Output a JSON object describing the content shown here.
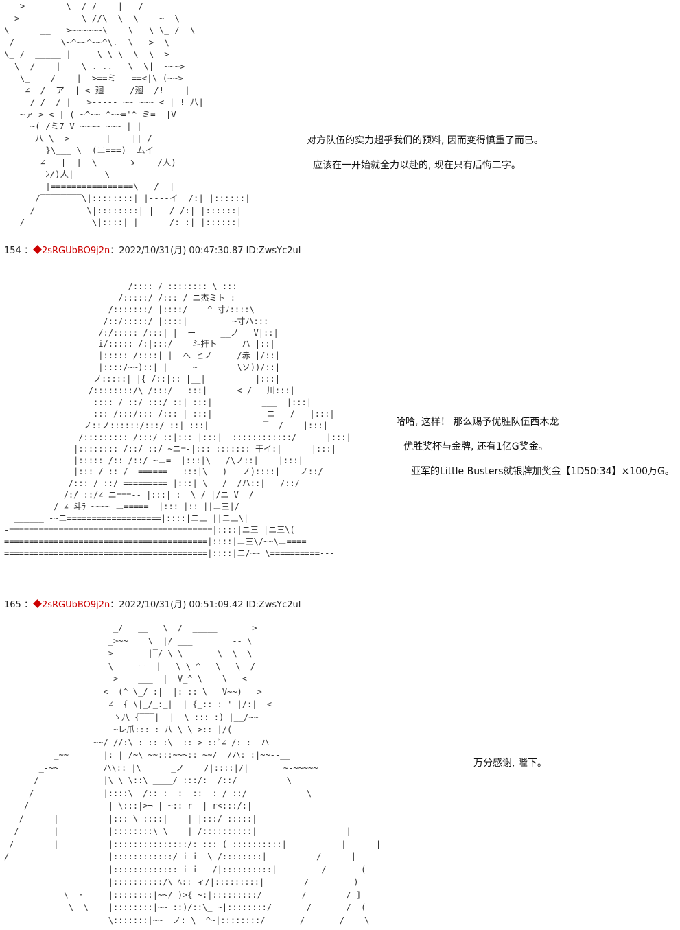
{
  "posts": [
    {
      "art_lines": [
        "   >        \\  / /    |   /",
        " _>     ___    \\_//\\  \\  \\__  ~_ \\_",
        "\\      __   >~~~~~~\\    \\   \\ \\_ /  \\",
        " /  _    __\\~^~~^~~^\\.  \\   >  \\",
        "\\_ /  _____ |     \\ \\ \\  \\  \\  >",
        "  \\_ / ___|    \\ . ..   \\  \\|  ~~~>",
        "   \\_    /    |  >==ミ   ==<|\\ (~~>",
        "    ∠  /  ア  | < 廻     /廻  /!    |",
        "     / /  / |   >----- ~~ ~~~ < | ! 八|",
        "   ~ァ_>-< |_(_~^~~ ^~~='^ ミ=- |V",
        "     ~( /ミ7 V ~~~~ ~~~ | |",
        "      八 \\_ >       |    || /",
        "        }\\___ \\  (ニ===)  ムイ",
        "       ∠   |  |  \\      ゝ--- /人)",
        "        ﾝ/)人|      \\",
        "        |================\\   /  |  ____",
        "      /‾‾‾‾‾‾‾‾\\|::::::::| |----イ  /:| |::::::|",
        "     /          \\|::::::::| |   / /:| |::::::|",
        "   /             \\|::::| |      /: :| |::::::|"
      ],
      "dialog": [
        "对方队伍的实力超乎我们的预料, 因而变得慎重了而已。",
        "应该在一开始就全力以赴的, 现在只有后悔二字。"
      ]
    },
    {
      "header": {
        "number": "154",
        "separator": "：",
        "trip": "2sRGUbBO9j2n",
        "date": "：2022/10/31(月) 00:47:30.87 ID:ZwsYc2ul"
      },
      "art_lines": [
        "                            ______",
        "                         /:::: / :::::::: \\ :::",
        "                       /:::::/ /::: / ニ杰ミト :",
        "                     /:::::::/ |::::/    ^ 寸ﾉ::::\\",
        "                    /::/:::::/ |::::|         ~寸ハ:::",
        "                   /:/::::: /:::| |  ー     __ノ   V|::|",
        "                   i/::::: /:|:::/ |  斗扞ト     ハ |::|",
        "                   |::::: /::::| | |へ_ヒノ     /赤 |/::|",
        "                   |::::/~~)::| |  |  ~        \\ソ))/::|",
        "                  ノ:::::| |{ /::|:: |__|          |:::|",
        "                 /::::::::/\\_/:::/ | :::|      <_/   川:::|",
        "                 |:::: / ::/ :::/ ::| :::|          ___  |:::|",
        "                 |::: /:::/::: /::: | :::|           ニ   /   |:::|",
        "                ノ::ノ::::::/:::/ ::| :::|           ‾  /    |:::|",
        "               /::::::::: /:::/ ::|::: |:::|  ::::::::::::/      |:::|",
        "              |:::::::: /::/ ::/ ~ニ=-|::: ::::::: 干イ:|      |:::|",
        "              |::::: /:: /::/ ~ニ=- |:::|\\___/\\ノ::|    |:::|",
        "              |::: / :: /  ======  |:::|\\   )   ノ)::::|    ノ::/",
        "             /::: / ::/ ========= |:::| \\   /  /ハ::|   /::/",
        "            /:/ ::/∠ ニ===-- |:::| :  \\ / |/ニ V  /",
        "          / ∠ 斗ﾗ ~~~~ ニ=====--|::: |:: ||ニ三|/",
        "  ______ -~ニ===================|::::|ニ三 ||ニ三\\|",
        "-=========================================|::::|ニ三 |ニ三\\(",
        "=========================================|::::|ニ三\\/~~\\ニ====--   --",
        "=========================================|::::|ニ/~~ \\==========---"
      ],
      "dialog": [
        "哈哈, 这样！ 那么赐予优胜队伍西木龙",
        "优胜奖杯与金牌, 还有1亿G奖金。",
        "亚军的Little Busters就银牌加奖金【1D50:34】×100万G。"
      ]
    },
    {
      "header": {
        "number": "165",
        "separator": "：",
        "trip": "2sRGUbBO9j2n",
        "date": "：2022/10/31(月) 00:51:09.42 ID:ZwsYc2ul"
      },
      "art_lines": [
        "                      _/   __   \\  /  _____       >",
        "                     _>~~    \\  |/ ___        -- \\",
        "                     >       |‾/ \\ \\       \\  \\  \\",
        "                     \\  _  ー  |   \\ \\ ^   \\   \\  /",
        "                      >    ___  |  V_^ \\    \\   <",
        "                    <  (^ \\_/ :|  |: :: \\   V~~)   >",
        "                     ∠  { \\|_/_:_|  | {_:: : ' |/:|  <",
        "                      ゝ八 {‾‾‾|  |  \\ ::: :) |__/~~",
        "                      ~レ爪::: : 八 \\ \\ >:: |/(__",
        "              __--~~/ //:\\ : :: :\\  :: > ::ﾞ∠ /: :  ハ",
        "          _~~       |: | /~\\ ~~:::~~~:: ~~/  /ハ: :|~~--__",
        "       _-~~         ハ\\:: |\\      _ノ    /|::::|/|       ~-~~~~~",
        "      /             |\\ \\ \\::\\ ____/ :::/:  /::/          \\",
        "     /              |::::\\  /:: :_ :  :: _: / ::/            \\",
        "    /                | \\:::|>¬ |-~:: r- | r<:::/:|",
        "   /      |          |::: \\ ::::|    | |:::/ :::::|",
        "  /       |          |::::::::\\ \\    | /::::::::::|           |      |",
        " /        |          |:::::::::::::::/: ::: ( ::::::::::|           |      |",
        "/                    |::::::::::::/ i i  \\ /::::::::|          /      |",
        "                     |::::::::::::: i i   /|::::::::::|         /       (",
        "                     |::::::::::/\\ ﾍ:: ィ/|:::::::::|        /         )",
        "            \\  ·     |::::::::|~~/ )>{ ~:|:::::::::/        /        / ]",
        "             \\  \\    |::::::::|~~ ::)/::\\_ ~|::::::::/       /       /  (",
        "                     \\:::::::|~~ _ノ: \\_ ^~|::::::::/       /       /    \\"
      ],
      "dialog": [
        "万分感谢, 陛下。"
      ]
    }
  ]
}
